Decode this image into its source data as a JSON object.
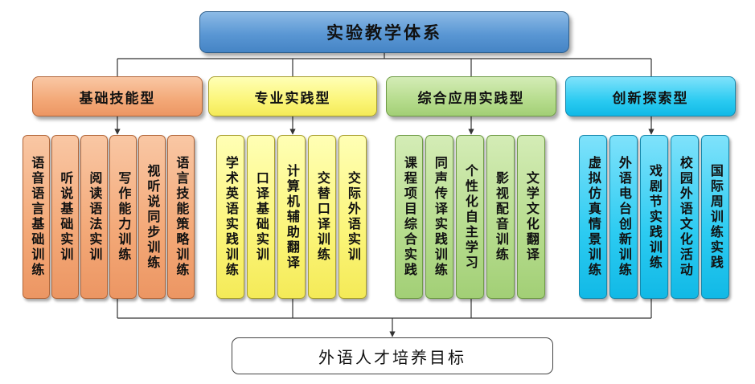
{
  "top": {
    "label": "实验教学体系"
  },
  "categories": [
    {
      "label": "基础技能型",
      "color": "orange",
      "items": [
        "语音语言基础训练",
        "听说基础实训",
        "阅读语法实训",
        "写作能力训练",
        "视听说同步训练",
        "语言技能策略训练"
      ]
    },
    {
      "label": "专业实践型",
      "color": "yellow",
      "items": [
        "学术英语实践训练",
        "口译基础实训",
        "计算机辅助翻译",
        "交替口译训练",
        "交际外语实训"
      ]
    },
    {
      "label": "综合应用实践型",
      "color": "green",
      "items": [
        "课程项目综合实践",
        "同声传译实践训练",
        "个性化自主学习",
        "影视配音训练",
        "文学文化翻译"
      ]
    },
    {
      "label": "创新探索型",
      "color": "cyan",
      "items": [
        "虚拟仿真情景训练",
        "外语电台创新训练",
        "戏剧节实践训练",
        "校园外语文化活动",
        "国际周训练实践"
      ]
    }
  ],
  "bottom": {
    "label": "外语人才培养目标"
  }
}
